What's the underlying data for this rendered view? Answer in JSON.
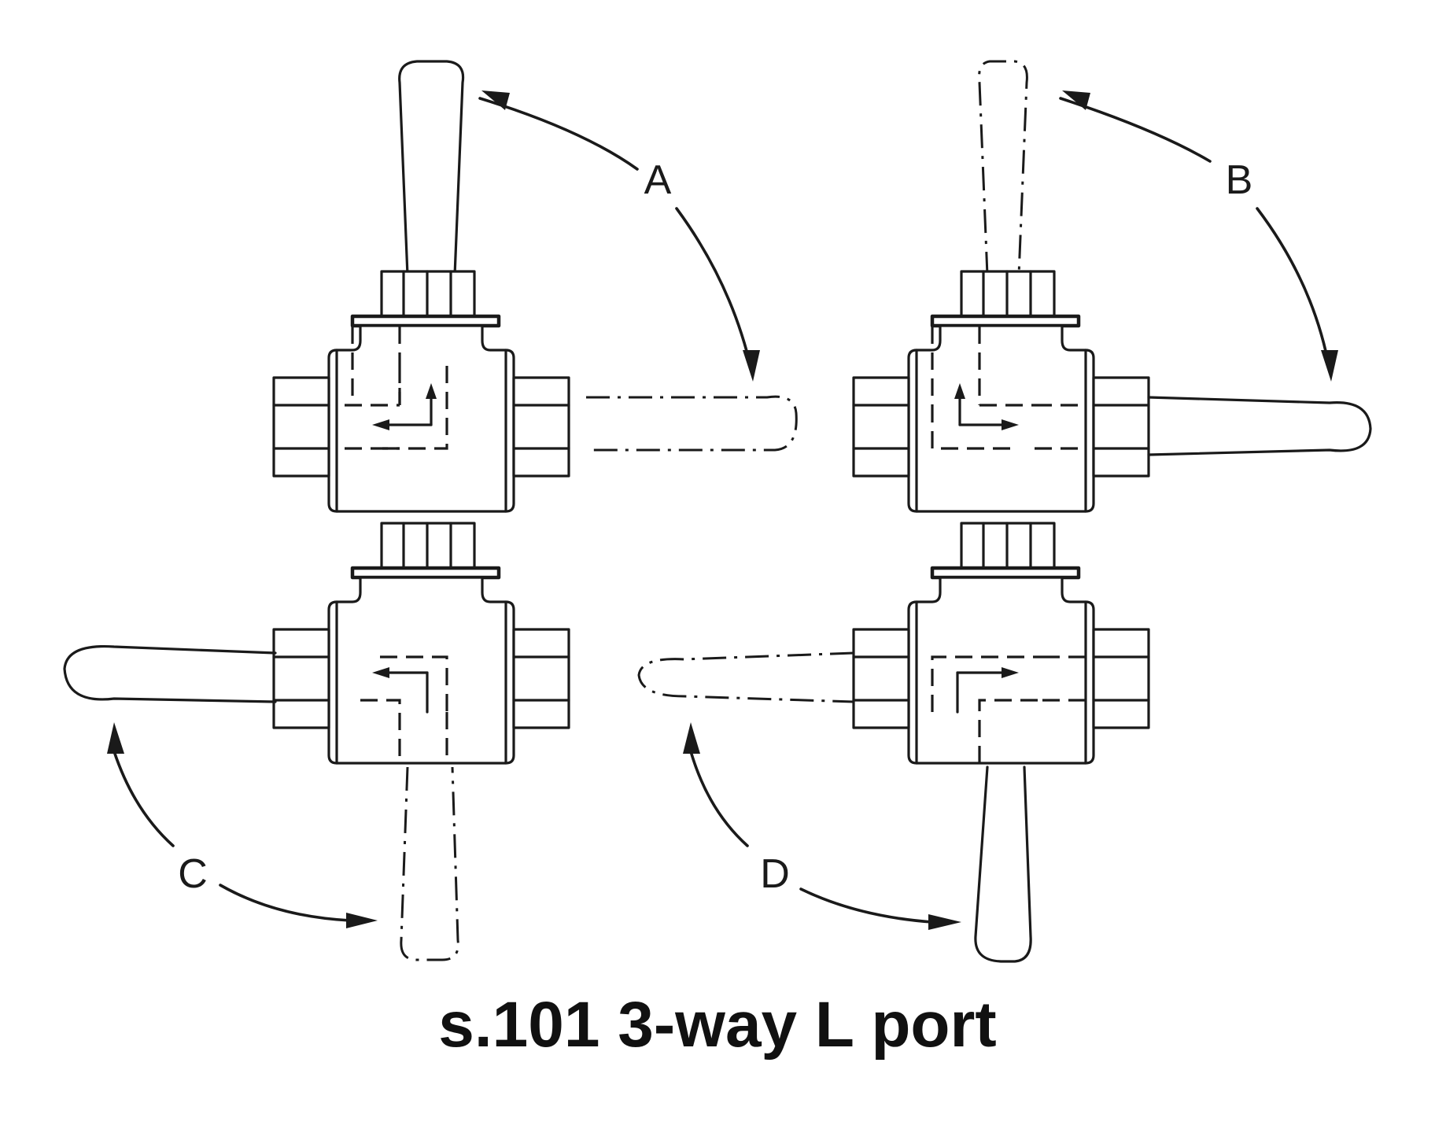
{
  "caption": "s.101 3-way L port",
  "positions": [
    {
      "label": "A"
    },
    {
      "label": "B"
    },
    {
      "label": "C"
    },
    {
      "label": "D"
    }
  ]
}
